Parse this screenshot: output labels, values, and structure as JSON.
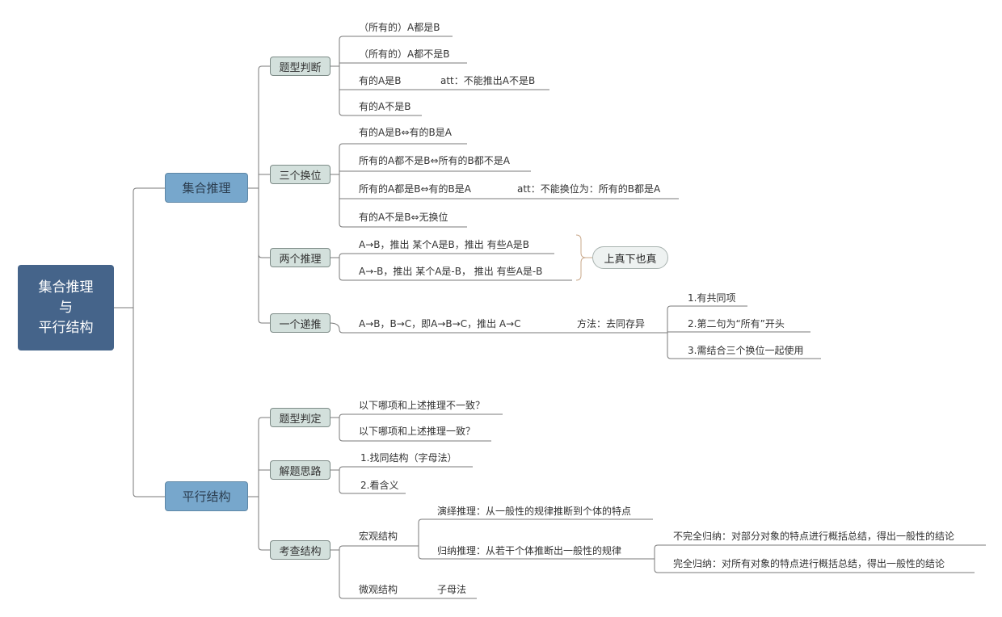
{
  "root": {
    "line1": "集合推理",
    "line2": "与",
    "line3": "平行结构"
  },
  "main": [
    {
      "label": "集合推理"
    },
    {
      "label": "平行结构"
    }
  ],
  "set_reasoning": {
    "type_judgment": {
      "label": "题型判断",
      "items": [
        "（所有的）A都是B",
        "（所有的）A都不是B",
        "有的A是B",
        "有的A不是B"
      ],
      "note": "att：不能推出A不是B"
    },
    "conversions": {
      "label": "三个换位",
      "items": [
        "有的A是B⇔有的B是A",
        "所有的A都不是B⇔所有的B都不是A",
        "所有的A都是B⇔有的B是A",
        "有的A不是B⇔无换位"
      ],
      "note": "att：不能换位为：所有的B都是A"
    },
    "two_inferences": {
      "label": "两个推理",
      "items": [
        "A→B，推出 某个A是B，推出 有些A是B",
        "A→-B，推出 某个A是-B， 推出 有些A是-B"
      ],
      "summary": "上真下也真"
    },
    "chain": {
      "label": "一个递推",
      "item": "A→B，B→C，即A→B→C，推出 A→C",
      "method": "方法：去同存异",
      "points": [
        "1.有共同项",
        "2.第二句为“所有”开头",
        "3.需结合三个换位一起使用"
      ]
    }
  },
  "parallel_structure": {
    "type_judgment": {
      "label": "题型判定",
      "items": [
        "以下哪项和上述推理不一致？",
        "以下哪项和上述推理一致？"
      ]
    },
    "approach": {
      "label": "解题思路",
      "items": [
        "1.找同结构（字母法）",
        "2.看含义"
      ]
    },
    "structure": {
      "label": "考查结构",
      "macro": {
        "label": "宏观结构",
        "deductive": "演绎推理：从一般性的规律推断到个体的特点",
        "inductive": "归纳推理：从若干个体推断出一般性的规律",
        "inductive_types": [
          "不完全归纳：对部分对象的特点进行概括总结，得出一般性的结论",
          "完全归纳：对所有对象的特点进行概括总结，得出一般性的结论"
        ]
      },
      "micro": {
        "label": "微观结构",
        "method": "子母法"
      }
    }
  }
}
